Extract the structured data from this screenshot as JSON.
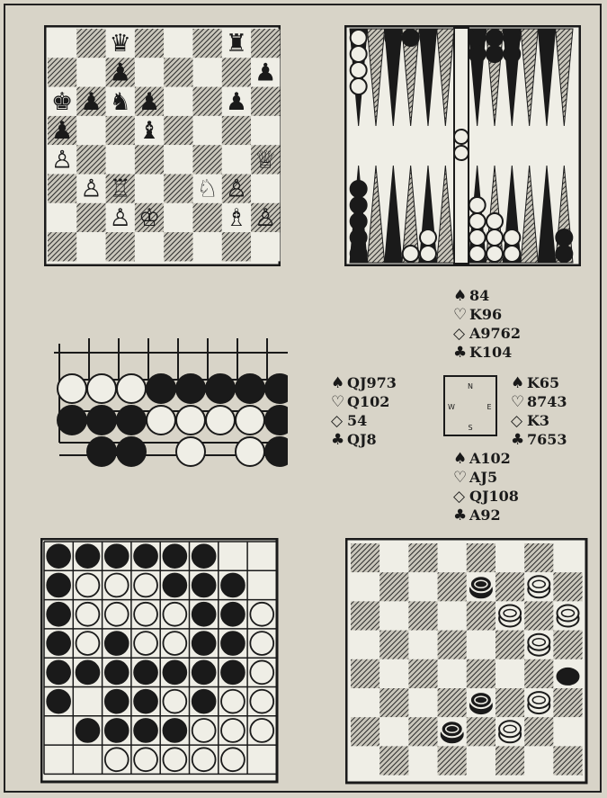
{
  "colors": {
    "ink": "#1a1a1a",
    "paper": "#efeee6",
    "background": "#d8d4c8",
    "dark_square": "#5a5a5a"
  },
  "chess": {
    "board": [
      [
        "",
        "",
        "♛",
        "",
        "",
        "",
        "♜",
        ""
      ],
      [
        "",
        "",
        "♟",
        "",
        "",
        "",
        "",
        "♟"
      ],
      [
        "♚",
        "♟",
        "♞",
        "♟",
        "",
        "",
        "♟",
        ""
      ],
      [
        "♟",
        "",
        "",
        "♝",
        "",
        "",
        "",
        ""
      ],
      [
        "♙",
        "",
        "",
        "",
        "",
        "",
        "",
        "♕"
      ],
      [
        "",
        "♙",
        "♖",
        "",
        "",
        "♘",
        "♙",
        ""
      ],
      [
        "",
        "",
        "♙",
        "♔",
        "",
        "",
        "♗",
        "♙"
      ],
      [
        "",
        "",
        "",
        "",
        "",
        "",
        "",
        ""
      ]
    ]
  },
  "backgammon": {
    "top_points": [
      {
        "color": "white",
        "count": 4
      },
      {
        "color": "",
        "count": 0
      },
      {
        "color": "black",
        "count": 1
      },
      {
        "color": "black",
        "count": 1
      },
      {
        "color": "",
        "count": 0
      },
      {
        "color": "",
        "count": 0
      },
      {
        "color": "black",
        "count": 2
      },
      {
        "color": "black",
        "count": 2
      },
      {
        "color": "black",
        "count": 2
      },
      {
        "color": "",
        "count": 0
      },
      {
        "color": "",
        "count": 0
      },
      {
        "color": "",
        "count": 0
      }
    ],
    "bottom_points": [
      {
        "color": "black",
        "count": 5
      },
      {
        "color": "",
        "count": 0
      },
      {
        "color": "",
        "count": 0
      },
      {
        "color": "white",
        "count": 1
      },
      {
        "color": "white",
        "count": 2
      },
      {
        "color": "",
        "count": 0
      },
      {
        "color": "white",
        "count": 4
      },
      {
        "color": "white",
        "count": 3
      },
      {
        "color": "white",
        "count": 2
      },
      {
        "color": "",
        "count": 0
      },
      {
        "color": "",
        "count": 0
      },
      {
        "color": "black",
        "count": 2
      }
    ],
    "bar": {
      "color": "white",
      "count": 2
    }
  },
  "go": {
    "rows": [
      [
        "white",
        "white",
        "white",
        "black",
        "black",
        "black",
        "black",
        "black"
      ],
      [
        "black",
        "black",
        "black",
        "white",
        "white",
        "white",
        "white",
        "black"
      ],
      [
        "",
        "black",
        "black",
        "",
        "white",
        "",
        "white",
        "black"
      ]
    ]
  },
  "bridge": {
    "north": {
      "spades": "84",
      "hearts": "K96",
      "diamonds": "A9762",
      "clubs": "K104"
    },
    "west": {
      "spades": "QJ973",
      "hearts": "Q102",
      "diamonds": "54",
      "clubs": "QJ8"
    },
    "east": {
      "spades": "K65",
      "hearts": "8743",
      "diamonds": "K3",
      "clubs": "7653"
    },
    "south": {
      "spades": "A102",
      "hearts": "AJ5",
      "diamonds": "QJ108",
      "clubs": "A92"
    },
    "compass": {
      "n": "N",
      "s": "S",
      "e": "E",
      "w": "W"
    },
    "suits": {
      "spades": "♠",
      "hearts": "♡",
      "diamonds": "◇",
      "clubs": "♣"
    }
  },
  "reversi": {
    "board": [
      [
        "B",
        "B",
        "B",
        "B",
        "B",
        "B",
        "",
        ""
      ],
      [
        "B",
        "W",
        "W",
        "W",
        "B",
        "B",
        "B",
        ""
      ],
      [
        "B",
        "W",
        "W",
        "W",
        "W",
        "B",
        "B",
        "W"
      ],
      [
        "B",
        "W",
        "B",
        "W",
        "W",
        "B",
        "B",
        "W"
      ],
      [
        "B",
        "B",
        "B",
        "B",
        "B",
        "B",
        "B",
        "W"
      ],
      [
        "B",
        "",
        "B",
        "B",
        "W",
        "B",
        "W",
        "W"
      ],
      [
        "",
        "B",
        "B",
        "B",
        "B",
        "W",
        "W",
        "W"
      ],
      [
        "",
        "",
        "W",
        "W",
        "W",
        "W",
        "W",
        ""
      ]
    ]
  },
  "checkers": {
    "pieces": [
      {
        "row": 1,
        "col": 4,
        "color": "black",
        "king": true
      },
      {
        "row": 1,
        "col": 6,
        "color": "white",
        "king": true
      },
      {
        "row": 2,
        "col": 5,
        "color": "white",
        "king": true
      },
      {
        "row": 2,
        "col": 7,
        "color": "white",
        "king": true
      },
      {
        "row": 3,
        "col": 6,
        "color": "white",
        "king": true
      },
      {
        "row": 4,
        "col": 7,
        "color": "black",
        "king": false
      },
      {
        "row": 5,
        "col": 4,
        "color": "black",
        "king": true
      },
      {
        "row": 5,
        "col": 6,
        "color": "white",
        "king": true
      },
      {
        "row": 6,
        "col": 3,
        "color": "black",
        "king": true
      },
      {
        "row": 6,
        "col": 5,
        "color": "white",
        "king": true
      }
    ]
  }
}
